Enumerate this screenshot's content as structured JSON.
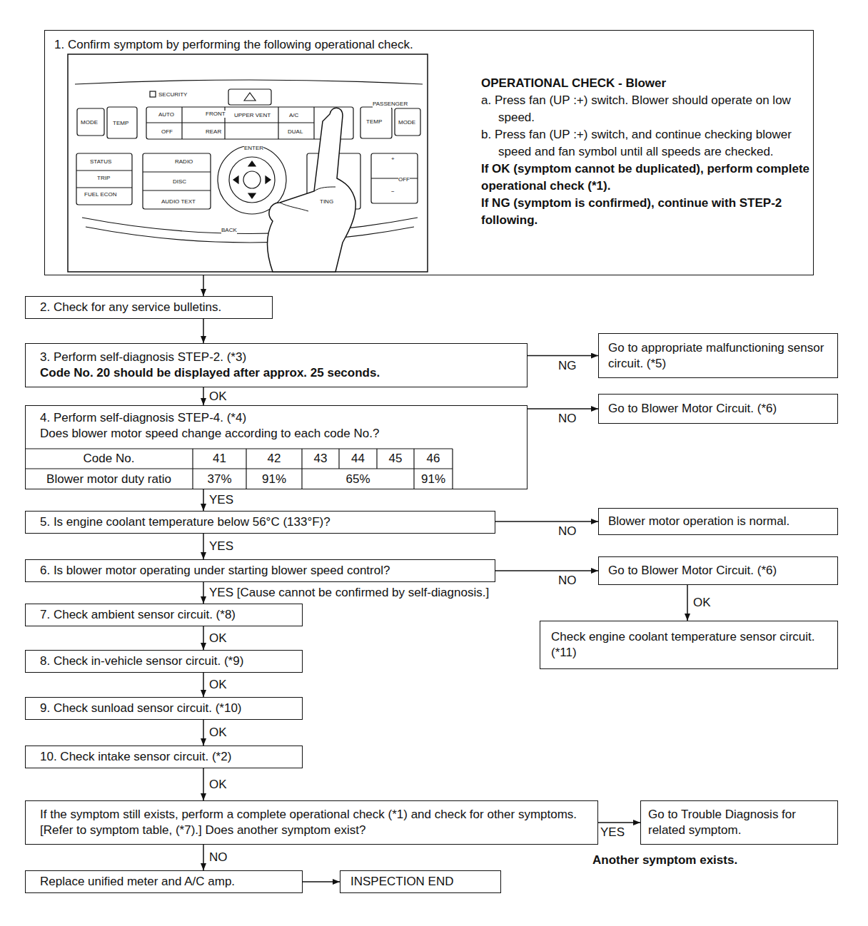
{
  "diagram": {
    "nodes": [
      {
        "text": [
          "1. Confirm symptom by performing the following operational check.",
          "OPERATIONAL CHECK - Blower",
          "a. Press fan (UP :+) switch. Blower should operate on low speed.",
          "b. Press fan (UP :+) switch, and continue checking blower speed and fan symbol until all speeds are checked.",
          "If OK (symptom cannot be duplicated), perform complete operational check (*1).",
          "If NG (symptom is confirmed), continue with STEP-2 following."
        ]
      },
      {
        "text": [
          "2. Check for any service bulletins."
        ]
      },
      {
        "text": [
          "3. Perform self-diagnosis STEP-2. (*3)",
          "Code No. 20 should be displayed after approx. 25 seconds."
        ]
      },
      {
        "text": [
          "Go to appropriate malfunctioning sensor circuit. (*5)"
        ]
      },
      {
        "text": [
          "4. Perform self-diagnosis STEP-4. (*4)",
          "Does blower motor speed change according to each code No.?"
        ]
      },
      {
        "text": [
          "Go to Blower Motor Circuit. (*6)"
        ]
      },
      {
        "text": [
          "5. Is engine coolant temperature below 56°C (133°F)?"
        ]
      },
      {
        "text": [
          "Blower motor operation is normal."
        ]
      },
      {
        "text": [
          "6. Is blower motor operating under starting blower speed control?"
        ]
      },
      {
        "text": [
          "Go to Blower Motor Circuit. (*6)"
        ]
      },
      {
        "text": [
          "Check engine coolant temperature sensor circuit. (*11)"
        ]
      },
      {
        "text": [
          "7. Check ambient sensor circuit. (*8)"
        ]
      },
      {
        "text": [
          "8. Check in-vehicle sensor circuit. (*9)"
        ]
      },
      {
        "text": [
          "9. Check sunload sensor circuit. (*10)"
        ]
      },
      {
        "text": [
          "10. Check intake sensor circuit. (*2)"
        ]
      },
      {
        "text": [
          "If the symptom still exists, perform a complete operational check (*1) and check for other symptoms. [Refer to symptom table, (*7).] Does another symptom exist?"
        ]
      },
      {
        "text": [
          "Go to Trouble Diagnosis for related symptom."
        ]
      },
      {
        "text": [
          "Replace unified meter and A/C amp."
        ]
      },
      {
        "text": [
          "INSPECTION END"
        ]
      }
    ],
    "edges": [
      {
        "from": 0,
        "to": 1,
        "arrow": "to"
      },
      {
        "from": 1,
        "to": 2,
        "arrow": "to"
      },
      {
        "from": 2,
        "to": 3,
        "arrow": "to",
        "label": "NG"
      },
      {
        "from": 2,
        "to": 4,
        "arrow": "to",
        "label": "OK"
      },
      {
        "from": 4,
        "to": 5,
        "arrow": "to",
        "label": "NO"
      },
      {
        "from": 4,
        "to": 6,
        "arrow": "to",
        "label": "YES"
      },
      {
        "from": 6,
        "to": 7,
        "arrow": "to",
        "label": "NO"
      },
      {
        "from": 6,
        "to": 8,
        "arrow": "to",
        "label": "YES"
      },
      {
        "from": 8,
        "to": 9,
        "arrow": "to",
        "label": "NO"
      },
      {
        "from": 8,
        "to": 11,
        "arrow": "to",
        "label": "YES [Cause cannot be confirmed by self-diagnosis.]"
      },
      {
        "from": 9,
        "to": 10,
        "arrow": "to",
        "label": "OK"
      },
      {
        "from": 11,
        "to": 12,
        "arrow": "to",
        "label": "OK"
      },
      {
        "from": 12,
        "to": 13,
        "arrow": "to",
        "label": "OK"
      },
      {
        "from": 13,
        "to": 14,
        "arrow": "to",
        "label": "OK"
      },
      {
        "from": 14,
        "to": 15,
        "arrow": "to",
        "label": "OK"
      },
      {
        "from": 15,
        "to": 16,
        "arrow": "to",
        "label": "YES"
      },
      {
        "from": 15,
        "to": 17,
        "arrow": "to",
        "label": "NO"
      },
      {
        "from": 17,
        "to": 18,
        "arrow": "to"
      }
    ],
    "labels": [
      "SECURITY",
      "MODE",
      "TEMP",
      "AUTO",
      "OFF",
      "FRONT",
      "REAR",
      "UPPER VENT",
      "A/C",
      "DUAL",
      "PASSENGER",
      "TEMP",
      "MODE",
      "STATUS",
      "TRIP",
      "FUEL ECON",
      "RADIO",
      "DISC",
      "AUDIO TEXT",
      "ENTER",
      "BACK",
      "OFF",
      "+",
      "−",
      "TING",
      "Code No.",
      "41",
      "42",
      "43",
      "44",
      "45",
      "46",
      "Blower motor duty ratio",
      "37%",
      "91%",
      "65%",
      "91%",
      "Another symptom exists."
    ]
  }
}
